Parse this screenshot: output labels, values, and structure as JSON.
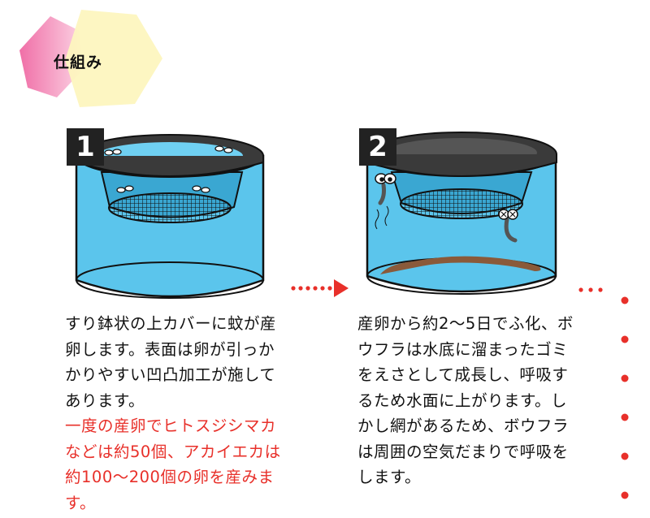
{
  "header": {
    "title": "仕組み"
  },
  "steps": [
    {
      "number": "1",
      "text": "すり鉢状の上カバーに蚊が産卵します。表面は卵が引っかかりやすい凹凸加工が施してあります。",
      "highlight": "一度の産卵でヒトスジシマカなどは約50個、アカイエカは約100〜200個の卵を産みます。"
    },
    {
      "number": "2",
      "text": "産卵から約2〜5日でふ化、ボウフラは水底に溜まったゴミをえさとして成長し、呼吸するため水面に上がります。しかし網があるため、ボウフラは周囲の空気だまりで呼吸をします。"
    }
  ],
  "colors": {
    "water": "#5bc5ec",
    "accent_red": "#e8302a",
    "header_pink": "#f7a3c6",
    "header_yellow": "#fdf6bf"
  }
}
